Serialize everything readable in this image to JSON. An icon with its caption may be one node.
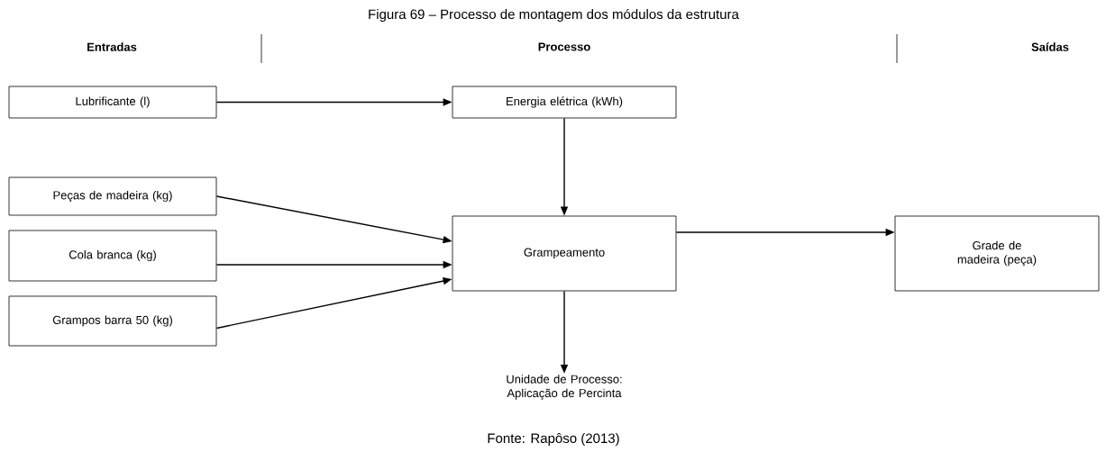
{
  "diagram": {
    "title": "Figura 69 – Processo de montagem dos módulos da estrutura",
    "caption": "Fonte: Rapôso (2013)",
    "nodes": [
      {
        "text": [
          "Lubrificante (l)"
        ]
      },
      {
        "text": [
          "Peças de madeira (kg)"
        ]
      },
      {
        "text": [
          "Cola branca (kg)"
        ]
      },
      {
        "text": [
          "Grampos barra 50 (kg)"
        ]
      },
      {
        "text": [
          "Energia elétrica (kWh)"
        ]
      },
      {
        "text": [
          "Grampeamento"
        ]
      },
      {
        "text": [
          "Grade de madeira (peça)"
        ]
      },
      {
        "text": [
          "Unidade de Processo: Aplicação de Percinta"
        ]
      }
    ],
    "edges": [
      {
        "from": 0,
        "to": 4,
        "arrow": "to"
      },
      {
        "from": 4,
        "to": 5,
        "arrow": "to"
      },
      {
        "from": 1,
        "to": 5,
        "arrow": "to"
      },
      {
        "from": 2,
        "to": 5,
        "arrow": "to"
      },
      {
        "from": 3,
        "to": 5,
        "arrow": "to"
      },
      {
        "from": 5,
        "to": 6,
        "arrow": "to"
      },
      {
        "from": 5,
        "to": 7,
        "arrow": "to"
      }
    ],
    "labels": [
      "Entradas",
      "Processo",
      "Saídas"
    ]
  }
}
